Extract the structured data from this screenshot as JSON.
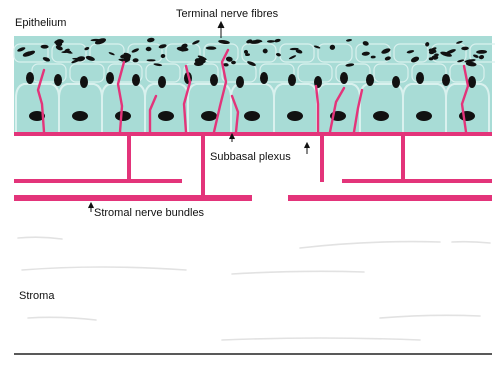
{
  "labels": {
    "epithelium": "Epithelium",
    "terminal_nerve_fibres": "Terminal nerve fibres",
    "subbasal_plexus": "Subbasal plexus",
    "stromal_nerve_bundles": "Stromal nerve bundles",
    "stroma": "Stroma"
  },
  "colors": {
    "epithelium_fill": "#a8dcd6",
    "cell_outline": "#d9f1ee",
    "nucleus": "#111111",
    "nerve": "#e3347a",
    "stroma_line": "#e2e2e2",
    "baseline": "#222222"
  }
}
